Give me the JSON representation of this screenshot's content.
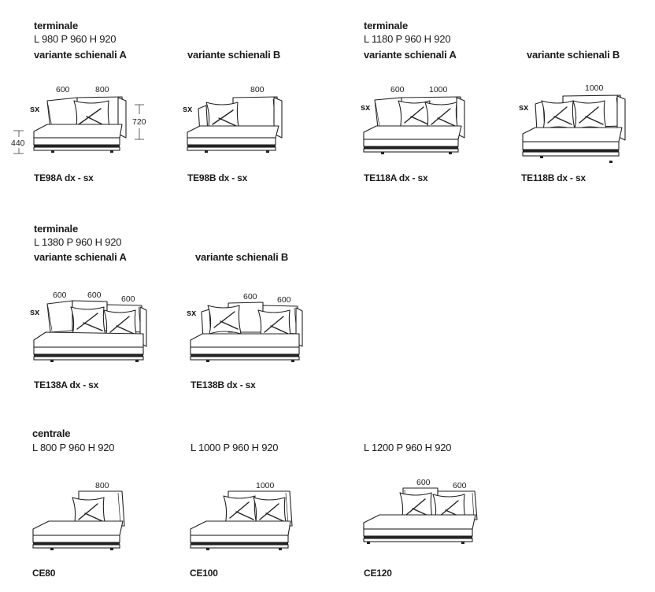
{
  "groups": {
    "te98": {
      "title": "terminale",
      "dims": "L 980 P 960 H 920",
      "variant_a": "variante schienali A",
      "variant_b": "variante schienali B",
      "side": "sx",
      "a": {
        "widths": [
          "600",
          "800"
        ],
        "height": "720",
        "seat": "440",
        "code": "TE98A dx - sx"
      },
      "b": {
        "widths": [
          "800"
        ],
        "code": "TE98B dx - sx"
      }
    },
    "te118": {
      "title": "terminale",
      "dims": "L 1180 P 960 H 920",
      "variant_a": "variante schienali A",
      "variant_b": "variante schienali B",
      "side": "sx",
      "a": {
        "widths": [
          "600",
          "1000"
        ],
        "code": "TE118A dx - sx"
      },
      "b": {
        "widths": [
          "1000"
        ],
        "code": "TE118B dx - sx"
      }
    },
    "te138": {
      "title": "terminale",
      "dims": "L 1380 P 960 H 920",
      "variant_a": "variante schienali A",
      "variant_b": "variante schienali B",
      "side": "sx",
      "a": {
        "widths": [
          "600",
          "600",
          "600"
        ],
        "code": "TE138A dx - sx"
      },
      "b": {
        "widths": [
          "600",
          "600"
        ],
        "code": "TE138B dx - sx"
      }
    },
    "ce": {
      "title": "centrale",
      "ce80": {
        "dims": "L 800 P 960 H 920",
        "width": "800",
        "code": "CE80"
      },
      "ce100": {
        "dims": "L 1000 P 960 H 920",
        "width": "1000",
        "code": "CE100"
      },
      "ce120": {
        "dims": "L 1200 P 960 H 920",
        "widths": [
          "600",
          "600"
        ],
        "code": "CE120"
      }
    }
  }
}
